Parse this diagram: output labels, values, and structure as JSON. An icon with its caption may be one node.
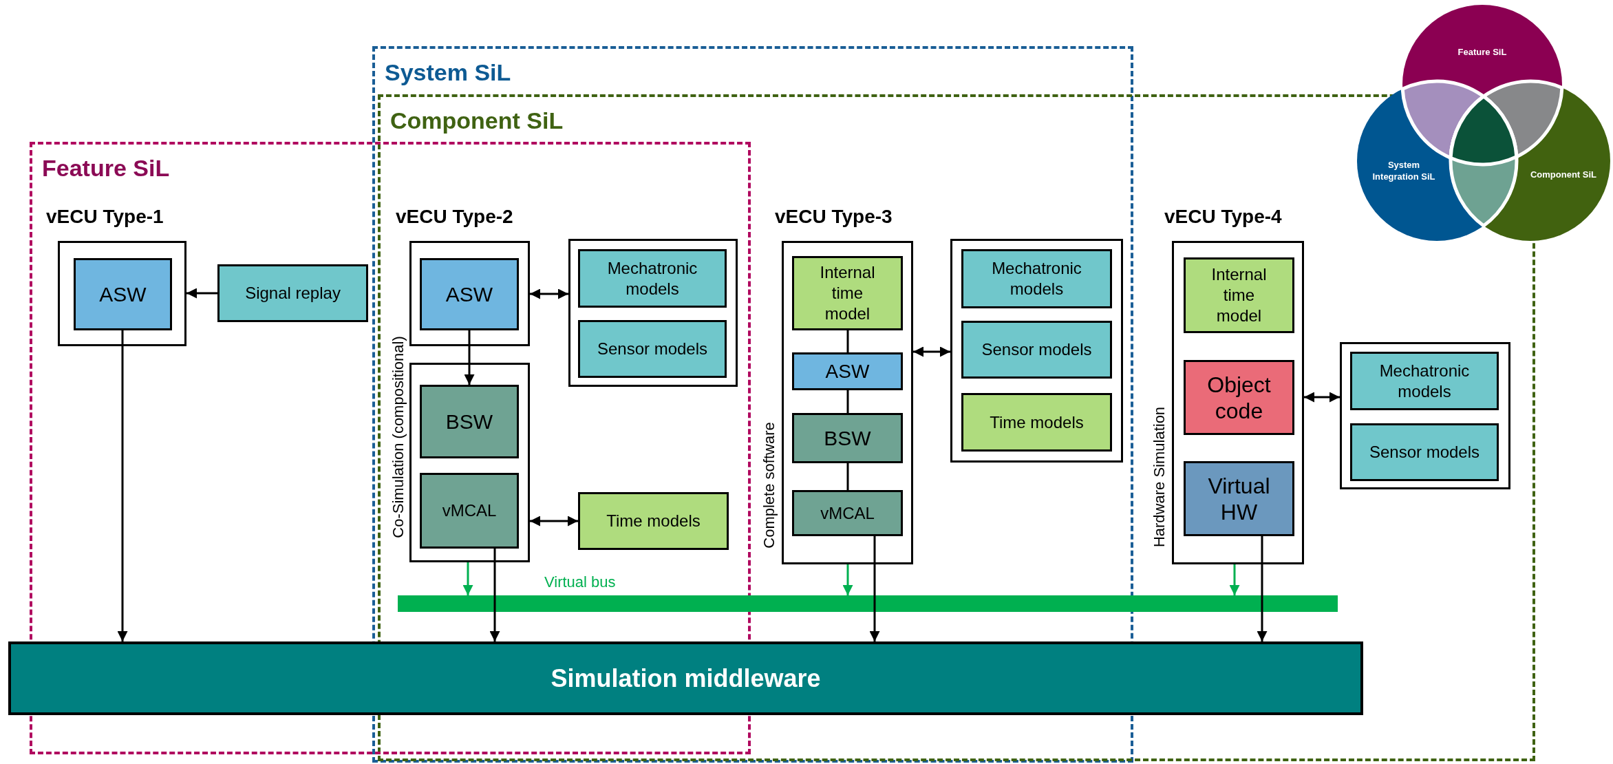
{
  "diagram": {
    "nodes": [
      {
        "text": [
          "vECU Type-1"
        ]
      },
      {
        "text": [
          "ASW"
        ],
        "in": 0
      },
      {
        "text": [
          "Signal replay"
        ]
      },
      {
        "text": [
          "vECU Type-2"
        ]
      },
      {
        "text": [
          "ASW"
        ],
        "in": 3
      },
      {
        "text": [],
        "shape": "box",
        "beside": [
          "Co-Simulation (compositional)"
        ]
      },
      {
        "text": [
          "BSW"
        ],
        "in": 5
      },
      {
        "text": [
          "vMCAL"
        ],
        "in": 5
      },
      {
        "text": [],
        "shape": "box"
      },
      {
        "text": [
          "Mechatronic models"
        ],
        "in": 8
      },
      {
        "text": [
          "Sensor models"
        ],
        "in": 8
      },
      {
        "text": [
          "Time models"
        ]
      },
      {
        "text": [
          "vECU Type-3"
        ],
        "beside": [
          "Complete software"
        ]
      },
      {
        "text": [
          "Internal time model"
        ],
        "in": 12
      },
      {
        "text": [
          "ASW"
        ],
        "in": 12
      },
      {
        "text": [
          "BSW"
        ],
        "in": 12
      },
      {
        "text": [
          "vMCAL"
        ],
        "in": 12
      },
      {
        "text": [],
        "shape": "box"
      },
      {
        "text": [
          "Mechatronic models"
        ],
        "in": 17
      },
      {
        "text": [
          "Sensor models"
        ],
        "in": 17
      },
      {
        "text": [
          "Time models"
        ],
        "in": 17
      },
      {
        "text": [
          "vECU Type-4"
        ],
        "beside": [
          "Hardware Simulation"
        ]
      },
      {
        "text": [
          "Internal time model"
        ],
        "in": 21
      },
      {
        "text": [
          "Object code"
        ],
        "in": 21
      },
      {
        "text": [
          "Virtual HW"
        ],
        "in": 21
      },
      {
        "text": [],
        "shape": "box"
      },
      {
        "text": [
          "Mechatronic models"
        ],
        "in": 25
      },
      {
        "text": [
          "Sensor models"
        ],
        "in": 25
      },
      {
        "text": [
          "Virtual bus"
        ]
      },
      {
        "text": [
          "Simulation middleware"
        ]
      },
      {
        "text": [
          "Feature SiL"
        ]
      },
      {
        "text": [
          "System Integration SiL"
        ]
      },
      {
        "text": [
          "Component SiL"
        ]
      }
    ],
    "edges": [
      {
        "from": 2,
        "to": 0,
        "arrow": "to"
      },
      {
        "from": 1,
        "to": 29,
        "arrow": "to"
      },
      {
        "from": 3,
        "to": 8,
        "arrow": "both"
      },
      {
        "from": 4,
        "to": 6,
        "arrow": "to"
      },
      {
        "from": 5,
        "to": 11,
        "arrow": "both"
      },
      {
        "from": 5,
        "to": 28,
        "arrow": "to",
        "color": "#00b050"
      },
      {
        "from": 7,
        "to": 29,
        "arrow": "to"
      },
      {
        "from": 13,
        "to": 14,
        "arrow": "none"
      },
      {
        "from": 14,
        "to": 15,
        "arrow": "none"
      },
      {
        "from": 15,
        "to": 16,
        "arrow": "none"
      },
      {
        "from": 12,
        "to": 17,
        "arrow": "both"
      },
      {
        "from": 12,
        "to": 28,
        "arrow": "to",
        "color": "#00b050"
      },
      {
        "from": 16,
        "to": 29,
        "arrow": "to"
      },
      {
        "from": 21,
        "to": 25,
        "arrow": "both"
      },
      {
        "from": 21,
        "to": 28,
        "arrow": "to",
        "color": "#00b050"
      },
      {
        "from": 24,
        "to": 29,
        "arrow": "to"
      }
    ],
    "labels": [
      "System SiL",
      "Component SiL",
      "Feature SiL"
    ]
  }
}
